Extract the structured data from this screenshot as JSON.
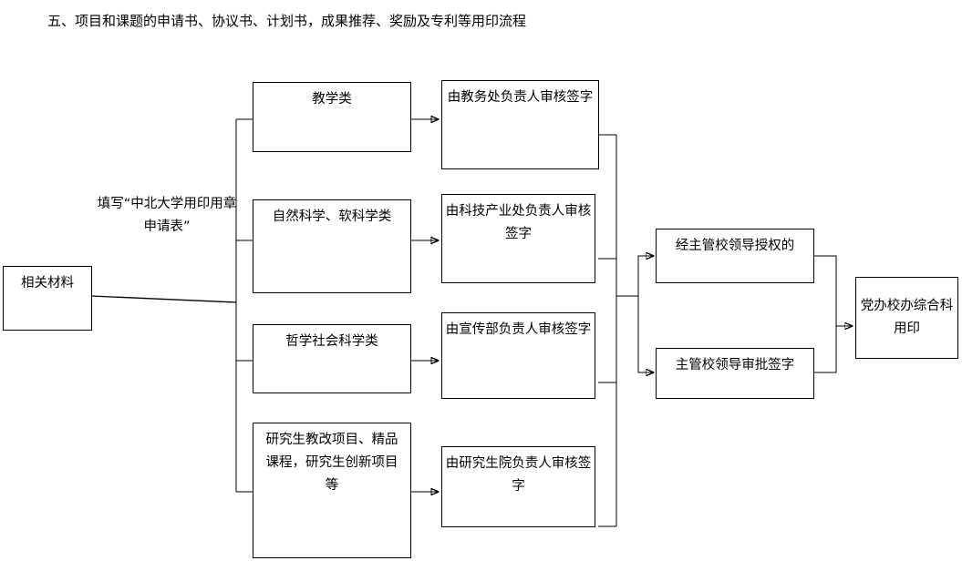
{
  "title": "五、项目和课题的申请书、协议书、计划书，成果推荐、奖励及专利等用印流程",
  "diagram": {
    "type": "flowchart",
    "orientation": "left-to-right",
    "start": {
      "id": "materials",
      "label": "相关材料"
    },
    "edge_label": "填写“中北大学用印用章申请表”",
    "category_nodes": [
      {
        "id": "cat-teaching",
        "label": "教学类"
      },
      {
        "id": "cat-natural-science",
        "label": "自然科学、软科学类"
      },
      {
        "id": "cat-philosophy-social",
        "label": "哲学社会科学类"
      },
      {
        "id": "cat-graduate",
        "label": "研究生教改项目、精品课程，研究生创新项目等"
      }
    ],
    "review_nodes": [
      {
        "id": "review-academic-affairs",
        "label": "由教务处负责人审核签字"
      },
      {
        "id": "review-sci-tech-industry",
        "label": "由科技产业处负责人审核签字"
      },
      {
        "id": "review-propaganda",
        "label": "由宣传部负责人审核签字"
      },
      {
        "id": "review-graduate-school",
        "label": "由研究生院负责人审核签字"
      }
    ],
    "approval_nodes": [
      {
        "id": "approval-authorized",
        "label": "经主管校领导授权的"
      },
      {
        "id": "approval-leader-sign",
        "label": "主管校领导审批签字"
      }
    ],
    "end": {
      "id": "seal-office",
      "label": "党办校办综合科用印"
    }
  },
  "colors": {
    "stroke": "#000000",
    "fill": "#ffffff",
    "text": "#000000"
  }
}
